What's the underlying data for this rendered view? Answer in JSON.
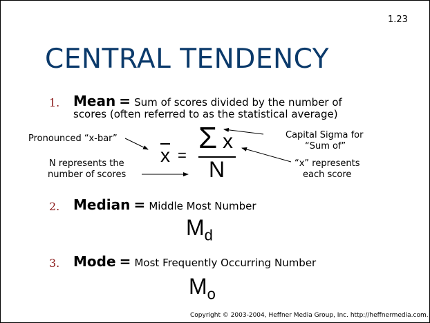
{
  "slide_number": "1.23",
  "title": "CENTRAL TENDENCY",
  "colors": {
    "title": "#0b3a6b",
    "list_number": "#8b1a1a"
  },
  "items": [
    {
      "number": "1.",
      "term": "Mean",
      "equals": "=",
      "description_line1": "Sum of scores divided by the number of",
      "description_line2": "scores (often referred to as the statistical average)"
    },
    {
      "number": "2.",
      "term": "Median",
      "equals": "=",
      "description": "Middle Most Number"
    },
    {
      "number": "3.",
      "term": "Mode",
      "equals": "=",
      "description": "Most Frequently Occurring Number"
    }
  ],
  "formula": {
    "lhs": "x",
    "equals": "=",
    "sigma": "Σ",
    "numerator_var": "x",
    "denominator": "N"
  },
  "annotations": {
    "xbar": "Pronounced “x-bar”",
    "n_line1": "N represents the",
    "n_line2": "number of scores",
    "sigma_line1": "Capital Sigma for",
    "sigma_line2": "“Sum of”",
    "x_line1": "“x” represents",
    "x_line2": "each score"
  },
  "median_symbol": {
    "base": "M",
    "subscript": "d"
  },
  "mode_symbol": {
    "base": "M",
    "subscript": "o"
  },
  "copyright": "Copyright © 2003-2004, Heffner Media Group, Inc.  http://heffnermedia.com."
}
